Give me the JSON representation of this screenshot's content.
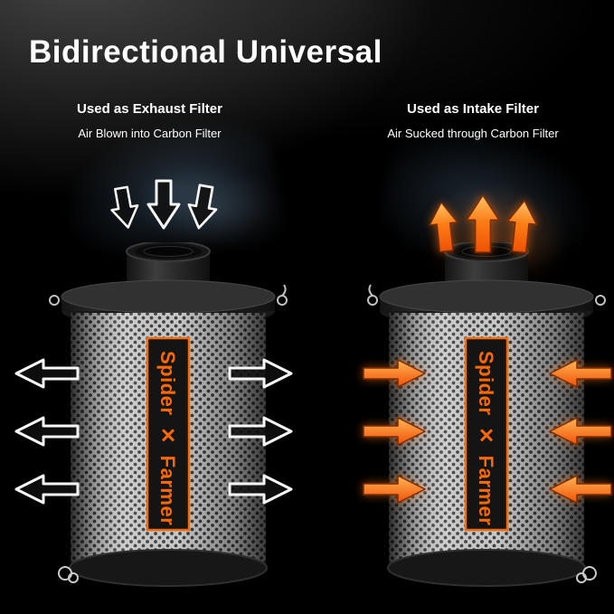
{
  "title": "Bidirectional Universal",
  "columns": {
    "left": {
      "heading": "Used as Exhaust Filter",
      "subheading": "Air Blown into Carbon Filter"
    },
    "right": {
      "heading": "Used as Intake Filter",
      "subheading": "Air Sucked through Carbon Filter"
    }
  },
  "brand": {
    "word1": "Spider",
    "word2": "Farmer",
    "logo_glyph": "✕"
  },
  "colors": {
    "accent_orange": "#f26a0a",
    "arrow_white": "#ffffff",
    "background": "#000000",
    "label_border": "#f26a0a",
    "brand_text": "#ff6a00"
  }
}
